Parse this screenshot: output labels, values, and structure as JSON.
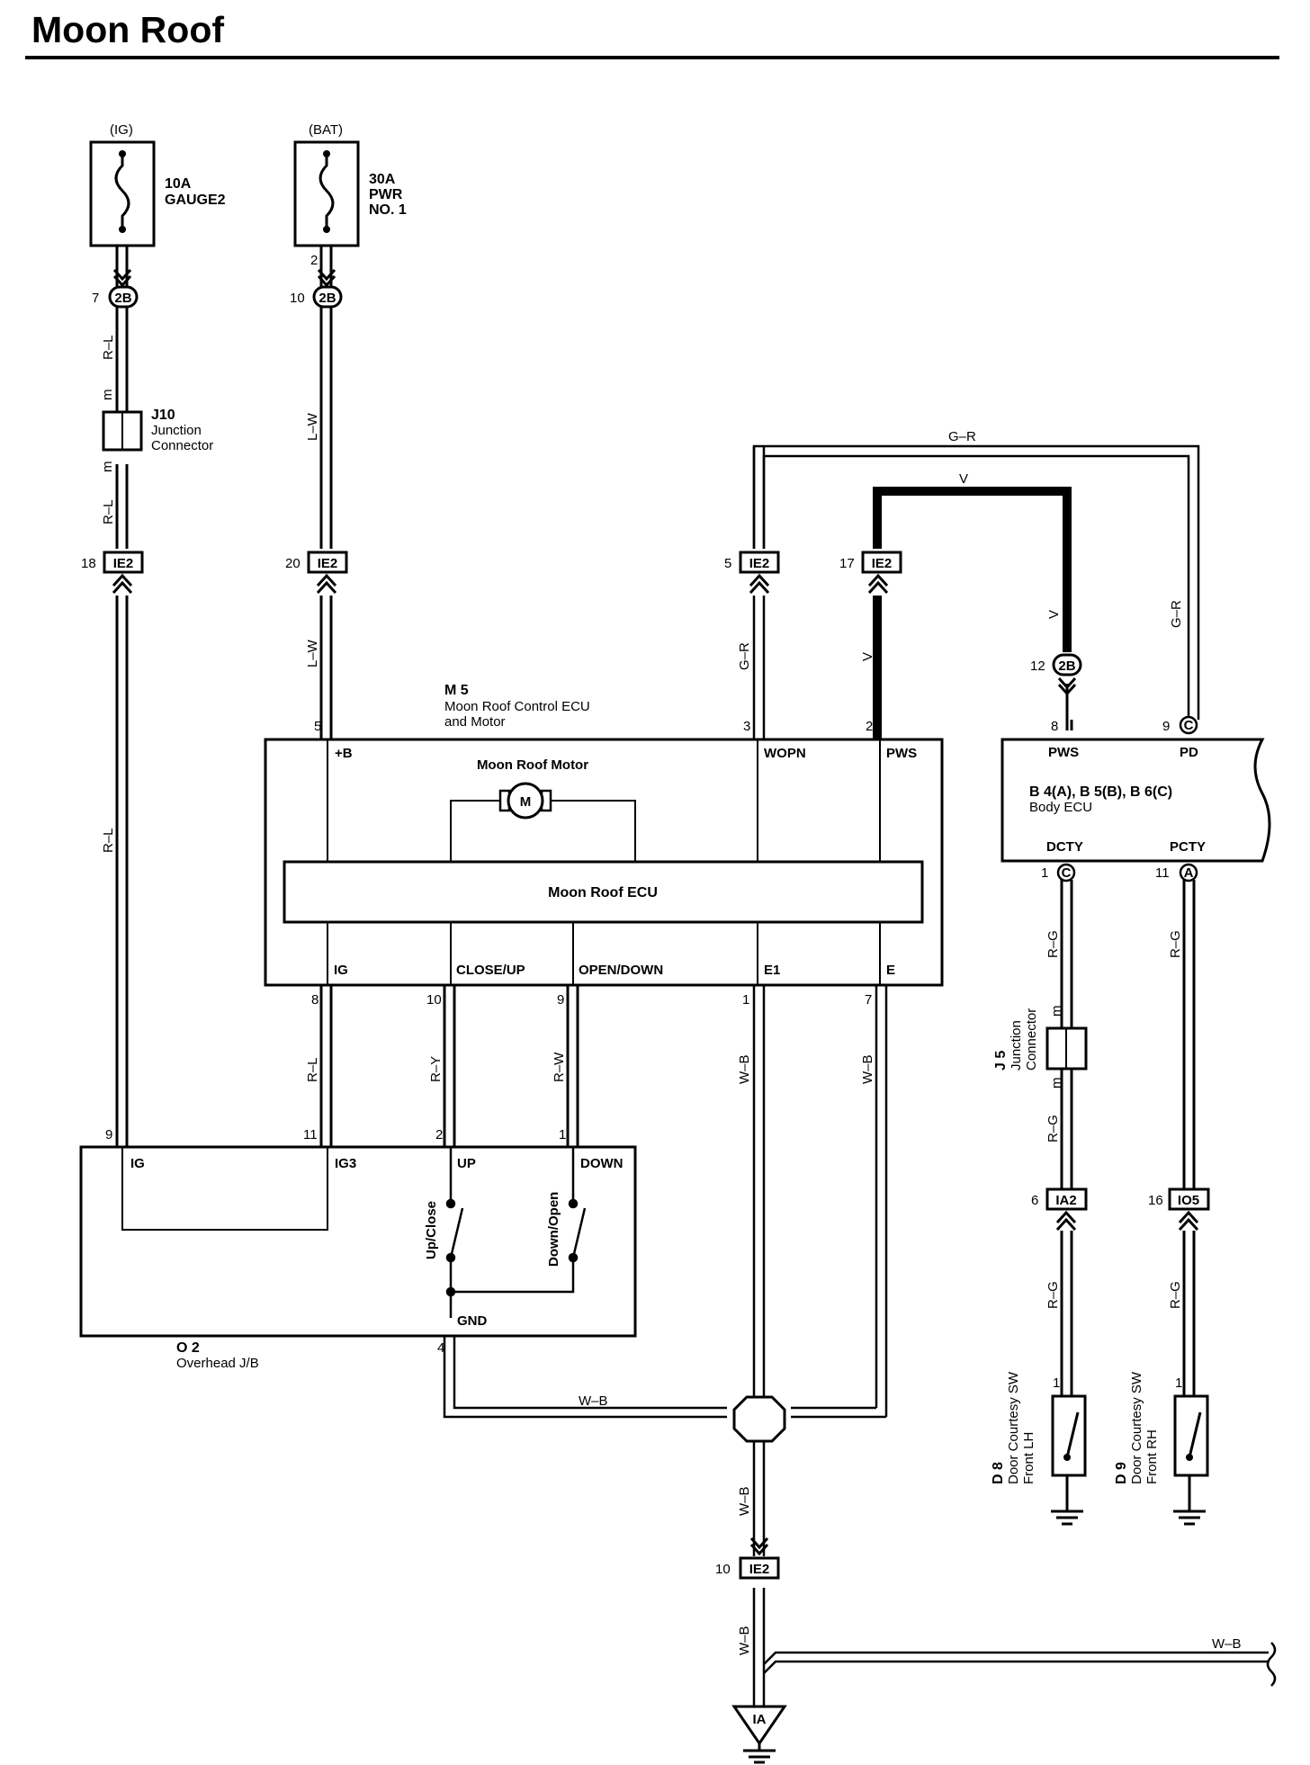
{
  "title": "Moon Roof",
  "colors": {
    "ink": "#000000",
    "background": "#ffffff"
  },
  "fuses": {
    "ig": {
      "source": "(IG)",
      "rating": "10A",
      "name": "GAUGE2"
    },
    "bat": {
      "source": "(BAT)",
      "rating": "30A",
      "name1": "PWR",
      "name2": "NO. 1"
    }
  },
  "connector_labels": {
    "c2b": "2B",
    "ie2": "IE2",
    "ia2": "IA2",
    "io5": "IO5",
    "ia": "IA",
    "c": "C",
    "a": "A",
    "jc_mark": "m"
  },
  "pins": {
    "p7": "7",
    "p10": "10",
    "p2": "2",
    "p18": "18",
    "p20": "20",
    "p5": "5",
    "p17": "17",
    "p12": "12",
    "p3": "3",
    "p8": "8",
    "p9": "9",
    "p1": "1",
    "p11": "11",
    "p6": "6",
    "p16": "16",
    "p4": "4"
  },
  "wires": {
    "rl": "R–L",
    "lw": "L–W",
    "gr": "G–R",
    "v": "V",
    "ry": "R–Y",
    "rw": "R–W",
    "wb": "W–B",
    "rg": "R–G"
  },
  "j10": {
    "id": "J10",
    "line1": "Junction",
    "line2": "Connector"
  },
  "j5": {
    "id": "J 5",
    "line1": "Junction",
    "line2": "Connector"
  },
  "m5": {
    "id": "M 5",
    "line1": "Moon Roof Control ECU",
    "line2": "and Motor",
    "t_b": "+B",
    "t_wopn": "WOPN",
    "t_pws": "PWS",
    "motor_label": "Moon Roof Motor",
    "motor_symbol": "M",
    "ecu_label": "Moon Roof ECU",
    "t_ig": "IG",
    "t_close": "CLOSE/UP",
    "t_open": "OPEN/DOWN",
    "t_e1": "E1",
    "t_e": "E"
  },
  "body_ecu": {
    "t_pws": "PWS",
    "t_pd": "PD",
    "ids": "B 4(A), B 5(B), B 6(C)",
    "name": "Body ECU",
    "t_dcty": "DCTY",
    "t_pcty": "PCTY"
  },
  "o2": {
    "t_ig": "IG",
    "t_ig3": "IG3",
    "t_up": "UP",
    "t_down": "DOWN",
    "sw_up": "Up/Close",
    "sw_down": "Down/Open",
    "t_gnd": "GND",
    "id": "O 2",
    "name": "Overhead J/B"
  },
  "d8": {
    "id": "D 8",
    "line1": "Door Courtesy SW",
    "line2": "Front LH"
  },
  "d9": {
    "id": "D 9",
    "line1": "Door Courtesy SW",
    "line2": "Front RH"
  }
}
